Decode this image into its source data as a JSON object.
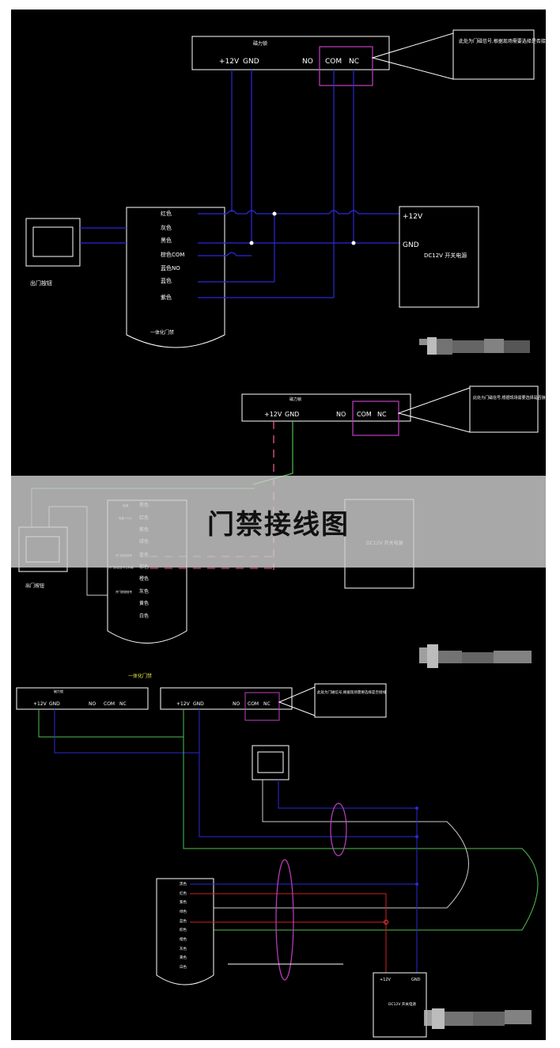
{
  "banner": {
    "title": "门禁接线图"
  },
  "lock": {
    "title": "磁力锁",
    "pins": [
      "+12V",
      "GND",
      "NO",
      "COM",
      "NC"
    ]
  },
  "note": "此处为门磁信号,根据现场需要选择是否接线",
  "psu": {
    "plus": "+12V",
    "gnd": "GND",
    "label": "DC12V 开关电源"
  },
  "exit_button": {
    "label": "出门按钮"
  },
  "controller": {
    "title": "一体化门禁",
    "wires": [
      "红色",
      "灰色",
      "黑色",
      "棕色COM",
      "蓝色NO",
      "蓝色",
      "紫色"
    ]
  },
  "panel2": {
    "labels_left": [
      "电源-",
      "电源+12V",
      "",
      "",
      "开门按钮信号",
      "开门按钮信号公共端",
      "",
      "开门按钮信号",
      "",
      ""
    ],
    "wires": [
      "黑色",
      "红色",
      "紫色",
      "绿色",
      "蓝色",
      "棕色",
      "橙色",
      "灰色",
      "黄色",
      "白色"
    ]
  },
  "panel3": {
    "wires": [
      "黑色",
      "红色",
      "紫色",
      "绿色",
      "蓝色",
      "棕色",
      "橙色",
      "灰色",
      "黄色",
      "白色"
    ]
  }
}
